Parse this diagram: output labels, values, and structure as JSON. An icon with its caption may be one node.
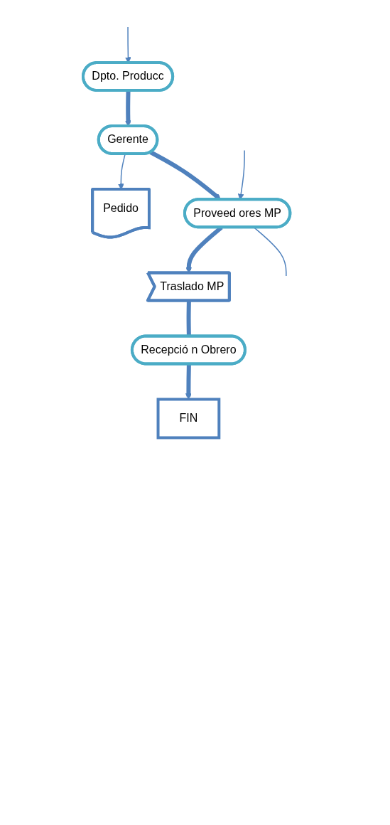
{
  "diagram": {
    "nodes": [
      {
        "text": [
          "Dpto. Producc"
        ]
      },
      {
        "text": [
          "Gerente"
        ]
      },
      {
        "text": [
          "Pedido"
        ]
      },
      {
        "text": [
          "Proveed ores MP"
        ]
      },
      {
        "text": [
          "Traslado MP"
        ]
      },
      {
        "text": [
          "Recepció n Obrero"
        ]
      },
      {
        "text": [
          "FIN"
        ]
      }
    ],
    "edges": [
      {
        "from": 0,
        "to": 1,
        "arrow": "to"
      },
      {
        "from": null,
        "to": 0,
        "arrow": "to"
      },
      {
        "from": 1,
        "to": 2,
        "arrow": "to"
      },
      {
        "from": 1,
        "to": 3,
        "arrow": "to"
      },
      {
        "from": null,
        "to": 3,
        "arrow": "to"
      },
      {
        "from": 3,
        "to": 4,
        "arrow": "to"
      },
      {
        "from": 3,
        "to": null,
        "arrow": "none"
      },
      {
        "from": 4,
        "to": 5,
        "arrow": "none"
      },
      {
        "from": 5,
        "to": 6,
        "arrow": "to"
      }
    ]
  }
}
